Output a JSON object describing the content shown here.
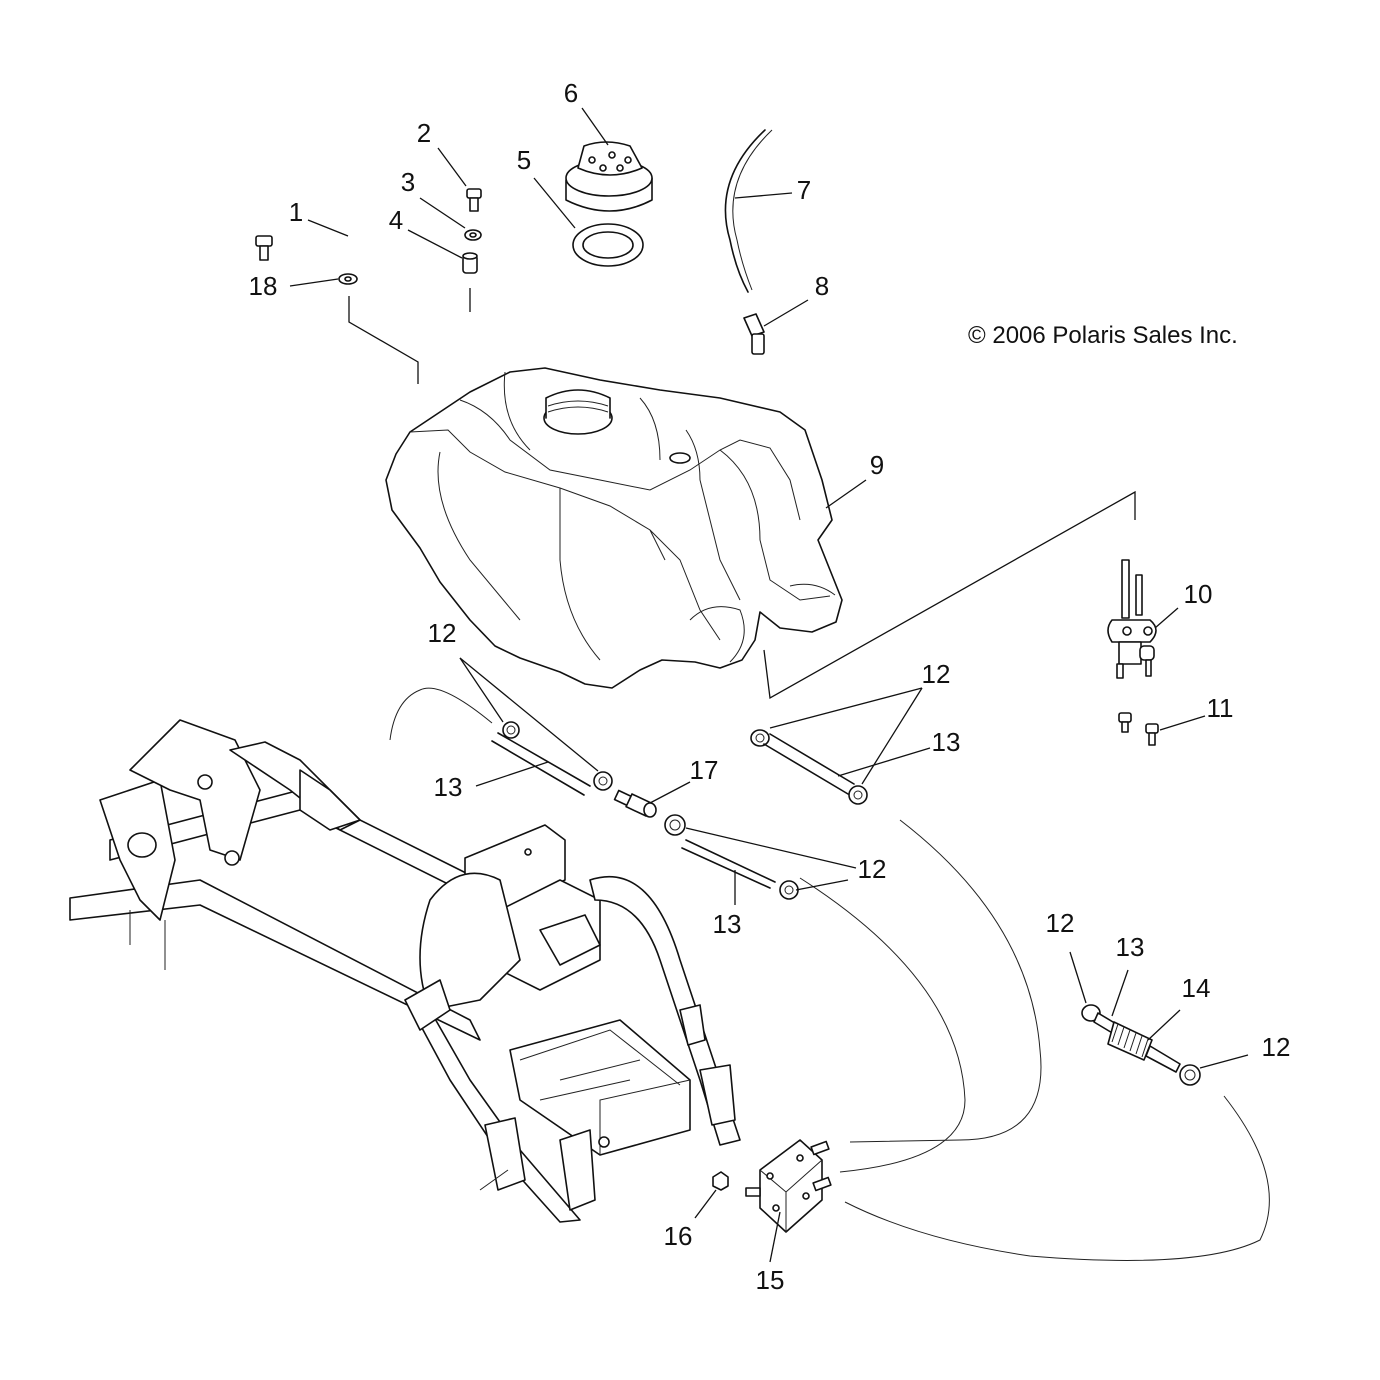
{
  "copyright": "© 2006 Polaris Sales Inc.",
  "callouts": [
    {
      "id": "c1",
      "text": "1"
    },
    {
      "id": "c2",
      "text": "2"
    },
    {
      "id": "c3",
      "text": "3"
    },
    {
      "id": "c4",
      "text": "4"
    },
    {
      "id": "c5",
      "text": "5"
    },
    {
      "id": "c6",
      "text": "6"
    },
    {
      "id": "c7",
      "text": "7"
    },
    {
      "id": "c8",
      "text": "8"
    },
    {
      "id": "c9",
      "text": "9"
    },
    {
      "id": "c10",
      "text": "10"
    },
    {
      "id": "c11",
      "text": "11"
    },
    {
      "id": "c12a",
      "text": "12"
    },
    {
      "id": "c12b",
      "text": "12"
    },
    {
      "id": "c12c",
      "text": "12"
    },
    {
      "id": "c12d",
      "text": "12"
    },
    {
      "id": "c12e",
      "text": "12"
    },
    {
      "id": "c13a",
      "text": "13"
    },
    {
      "id": "c13b",
      "text": "13"
    },
    {
      "id": "c13c",
      "text": "13"
    },
    {
      "id": "c13d",
      "text": "13"
    },
    {
      "id": "c14",
      "text": "14"
    },
    {
      "id": "c15",
      "text": "15"
    },
    {
      "id": "c16",
      "text": "16"
    },
    {
      "id": "c17",
      "text": "17"
    },
    {
      "id": "c18",
      "text": "18"
    }
  ]
}
